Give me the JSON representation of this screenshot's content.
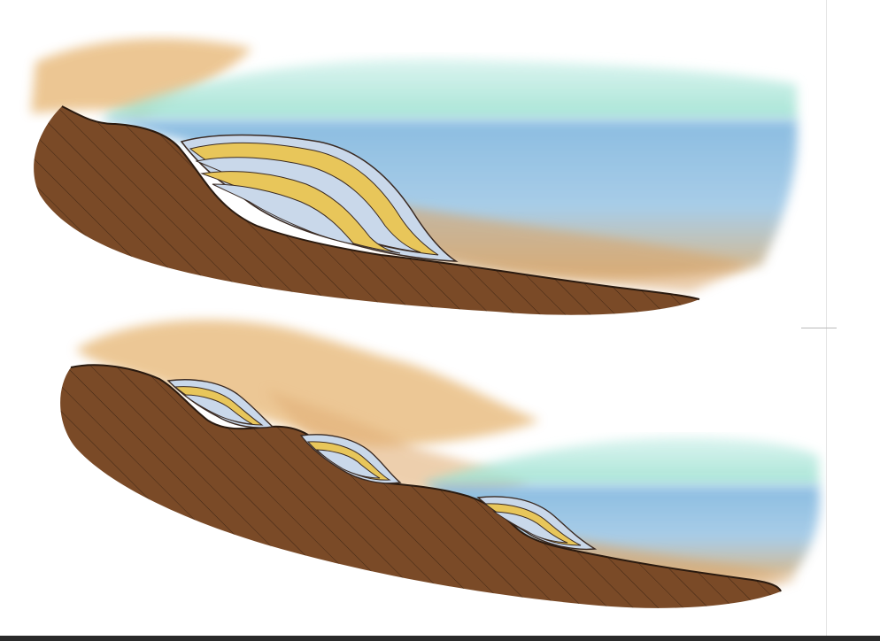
{
  "figure": {
    "panels": [
      {
        "id": "upper",
        "shows": [
          "land",
          "sea",
          "bedrock",
          "sediment-wedge"
        ]
      },
      {
        "id": "lower",
        "shows": [
          "land",
          "sea",
          "bedrock",
          "sediment-step-1",
          "sediment-step-2",
          "sediment-step-3"
        ]
      }
    ],
    "colors": {
      "bedrock": "#7a4a27",
      "bedrock_dark": "#5e3518",
      "hatch": "#2b1a0e",
      "sand": "#d9a56b",
      "sky_sand": "#e7b876",
      "water": "#8fc1df",
      "water_light": "#bfe7e0",
      "layer_yellow": "#e8c65a",
      "layer_blue": "#c9d8ea",
      "edge": "#3a2a22"
    }
  }
}
